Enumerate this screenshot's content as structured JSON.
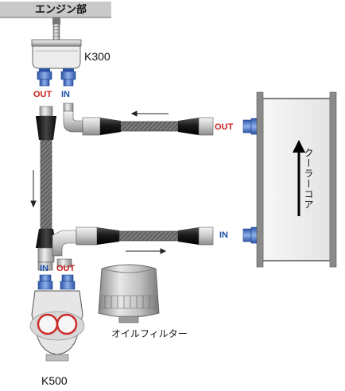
{
  "labels": {
    "engine": "エンジン部",
    "k300": "K300",
    "k500": "K500",
    "oil_filter": "オイルフィルター",
    "cooler_core": "クーラーコア"
  },
  "ports": {
    "k300_out": "OUT",
    "k300_in": "IN",
    "k500_in": "IN",
    "k500_out": "OUT",
    "cooler_out": "OUT",
    "cooler_in": "IN"
  },
  "colors": {
    "out_port": "#cc1e1e",
    "in_port": "#1a4da8",
    "fitting_blue": "#3f6fc4"
  }
}
